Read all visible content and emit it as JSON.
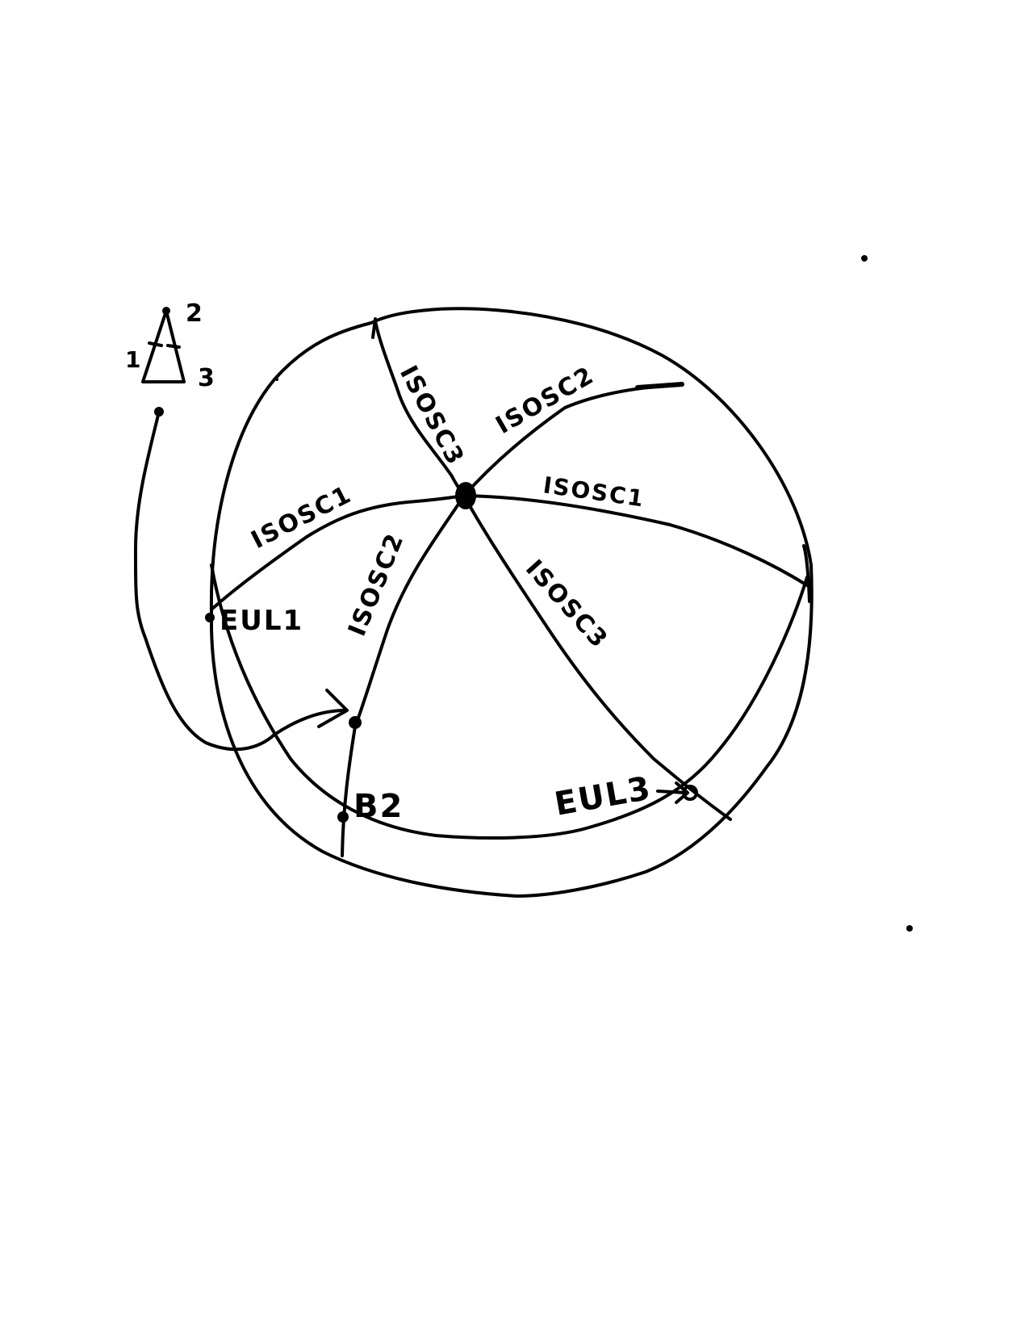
{
  "colors": {
    "ink": "#000000",
    "paper": "#ffffff"
  },
  "inset": {
    "vertex_top": "2",
    "vertex_left": "1",
    "vertex_right": "3"
  },
  "labels": {
    "isosc3_upper": "ISOSC3",
    "isosc2_upper": "ISOSC2",
    "isosc1_left": "ISOSC1",
    "isosc1_right": "ISOSC1",
    "isosc2_lower": "ISOSC2",
    "isosc3_lower": "ISOSC3",
    "eul1": "EUL1",
    "b2": "B2",
    "eul3": "EUL3"
  }
}
